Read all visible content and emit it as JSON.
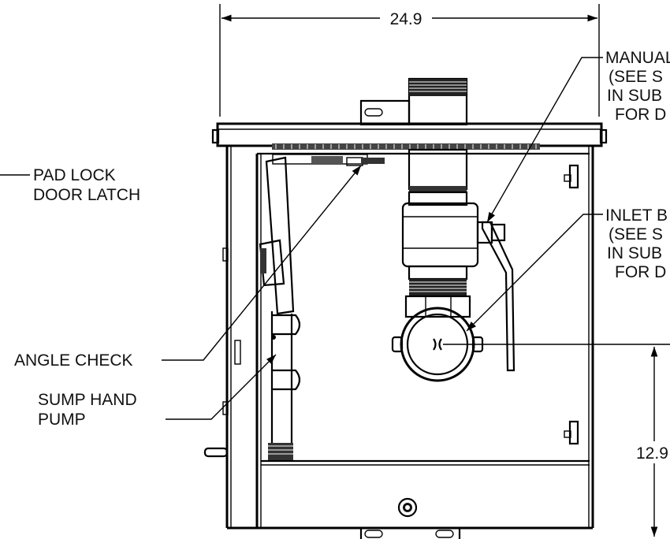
{
  "dimensions": {
    "width_value": "24.9",
    "height_value": "12.9"
  },
  "callouts": {
    "pad_lock": {
      "line1": "PAD LOCK",
      "line2": "DOOR LATCH"
    },
    "angle_check": {
      "line1": "ANGLE CHECK"
    },
    "sump_pump": {
      "line1": "SUMP HAND",
      "line2": "PUMP"
    },
    "manual": {
      "line1": "MANUAL",
      "line2": "(SEE S",
      "line3": "IN SUB",
      "line4": "FOR D"
    },
    "inlet": {
      "line1": "INLET B",
      "line2": "(SEE S",
      "line3": "IN SUB",
      "line4": "FOR D"
    }
  }
}
